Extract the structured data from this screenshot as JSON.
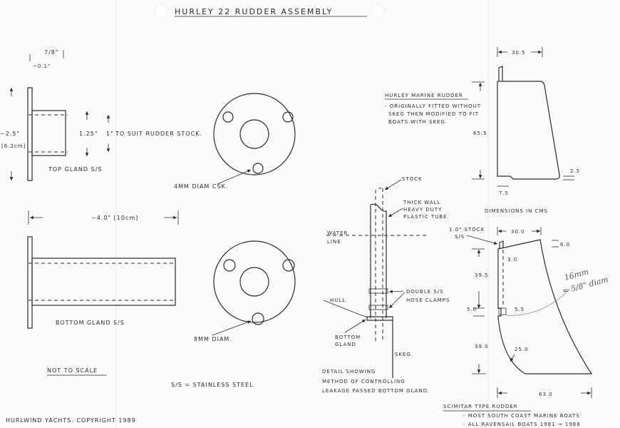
{
  "title": "HURLEY 22 RUDDER ASSEMBLY",
  "top_gland": {
    "width_dim": "7/8\"",
    "flange_dim": "~0.1\"",
    "height_dim": "~2.5\"",
    "height_cm": "[6.2cm]",
    "tube_dim": "1.25\"",
    "bore_dim": "1\"",
    "bore_note": "TO SUIT RUDDER STOCK.",
    "label": "TOP GLAND S/S"
  },
  "top_plate": {
    "hole_note": "4MM DIAM CSK."
  },
  "bottom_gland": {
    "length_dim": "~4.0\" [10cm]",
    "label": "BOTTOM GLAND S/S"
  },
  "bottom_plate": {
    "hole_note": "8MM DIAM."
  },
  "notes": {
    "scale": "NOT TO SCALE",
    "ss": "S/S = STAINLESS STEEL",
    "copyright": "HURLWIND YACHTS. COPYRIGHT 1989"
  },
  "detail": {
    "stock": "STOCK",
    "tube1": "THICK WALL",
    "tube2": "HEAVY DUTY",
    "tube3": "PLASTIC TUBE.",
    "water1": "WATER",
    "water2": "LINE",
    "clamps1": "DOUBLE S/S",
    "clamps2": "HOSE CLAMPS",
    "hull": "HULL",
    "bgland1": "BOTTOM",
    "bgland2": "GLAND",
    "skeg": "SKEG.",
    "caption1": "DETAIL SHOWING",
    "caption2": "METHOD OF CONTROLLING",
    "caption3": "LEAKAGE PASSED BOTTOM GLAND."
  },
  "hurley_rudder": {
    "title": "HURLEY MARINE RUDDER",
    "note1": "- ORIGINALLY FITTED WITHOUT",
    "note2": "SKEG THEN MODIFIED TO FIT",
    "note3": "BOATS WITH SKEG.",
    "width": "30.5",
    "height": "65.5",
    "step": "2.5",
    "heel": "7.5",
    "units": "DIMENSIONS IN CMS"
  },
  "scimitar_rudder": {
    "stock": "1.0\" STOCK",
    "stock_ss": "S/S",
    "width_top": "30.0",
    "rake": "6.0",
    "stock_offset": "3.0",
    "upper_h": "39.5",
    "gap": "5.0",
    "gap_w": "5.5",
    "lower_h": "39.0",
    "radius": "25.0",
    "width_bottom": "63.0",
    "hand1": "16mm",
    "hand2": "≈ 5/8\" diam",
    "title": "SCIMITAR TYPE RUDDER",
    "note1": "- MOST SOUTH COAST MARINE BOATS",
    "note2": "- ALL RAVENSAIL BOATS  1981 → 1988"
  }
}
